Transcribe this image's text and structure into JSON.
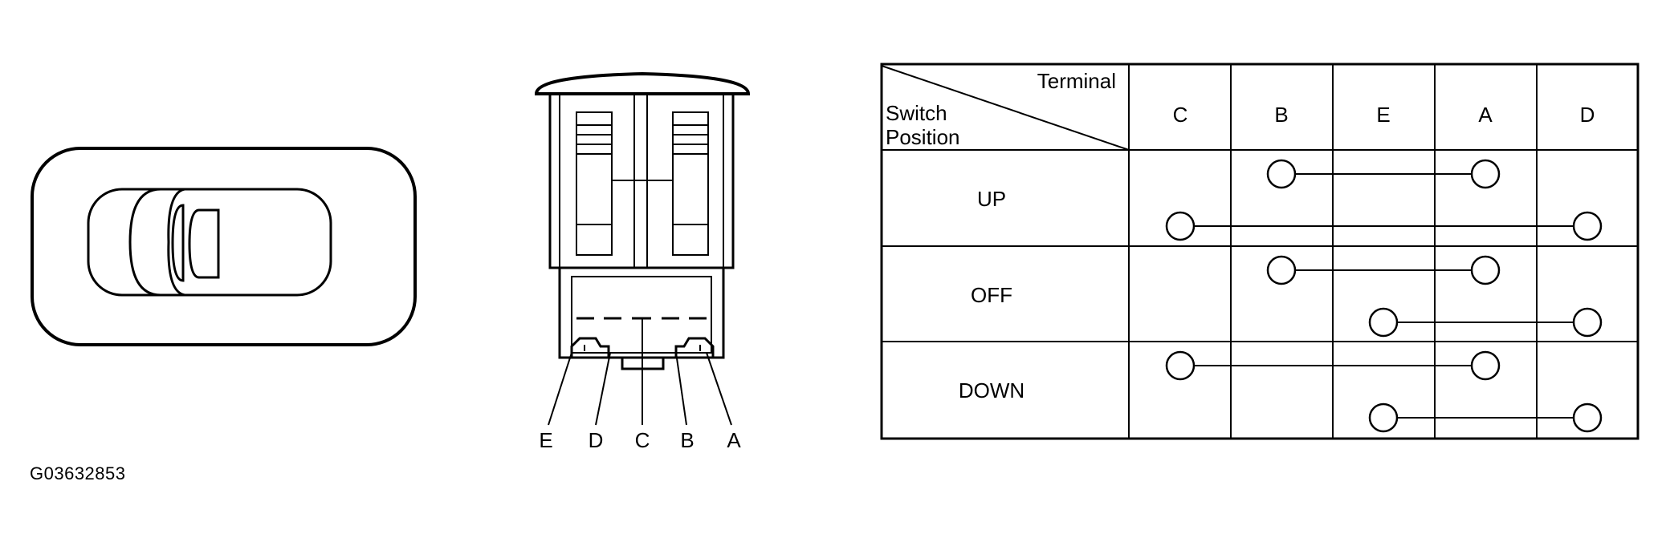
{
  "figure_code": "G03632853",
  "connector": {
    "pin_labels": [
      "E",
      "D",
      "C",
      "B",
      "A"
    ]
  },
  "table": {
    "header_terminal": "Terminal",
    "header_switch": "Switch",
    "header_position": "Position",
    "terminals": [
      "C",
      "B",
      "E",
      "A",
      "D"
    ],
    "positions": [
      {
        "label": "UP",
        "connections": [
          [
            "B",
            "A"
          ],
          [
            "C",
            "D"
          ]
        ]
      },
      {
        "label": "OFF",
        "connections": [
          [
            "B",
            "A"
          ],
          [
            "E",
            "D"
          ]
        ]
      },
      {
        "label": "DOWN",
        "connections": [
          [
            "C",
            "A"
          ],
          [
            "E",
            "D"
          ]
        ]
      }
    ]
  }
}
